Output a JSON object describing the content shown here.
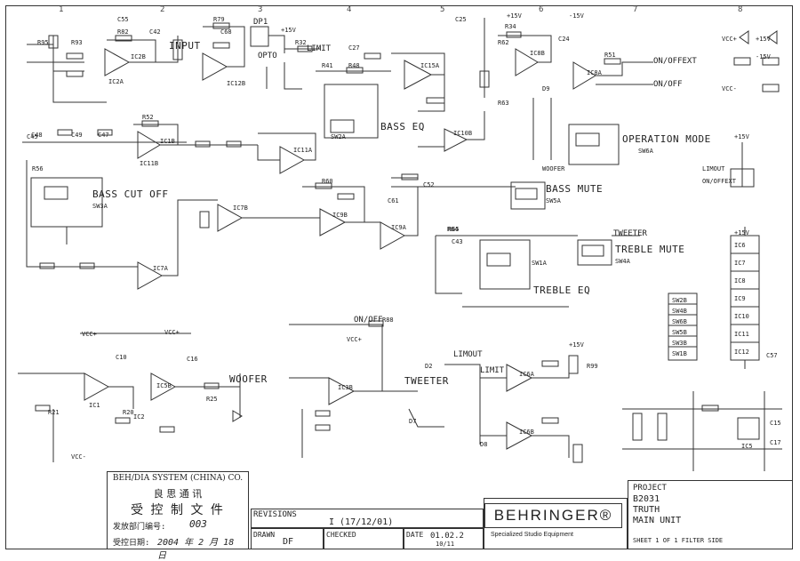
{
  "column_markers": [
    "1",
    "2",
    "3",
    "4",
    "5",
    "6",
    "7",
    "8"
  ],
  "components": {
    "ics": [
      "IC2B",
      "IC2A",
      "IC12B",
      "IC1B",
      "IC11B",
      "IC11A",
      "IC7B",
      "IC9B",
      "IC9A",
      "IC7A",
      "IC15A",
      "IC10B",
      "IC8B",
      "IC8A",
      "IC6A",
      "IC6B",
      "IC3B",
      "IC1",
      "IC5B",
      "IC5",
      "IC2"
    ],
    "labels_top": [
      "INPUT",
      "OPTO",
      "LIMIT",
      "DP1",
      "BASS EQ",
      "SW2A",
      "OPERATION MODE",
      "SW6A",
      "ON/OFFEXT",
      "ON/OFF",
      "WOOFER"
    ],
    "labels_mid": [
      "BASS CUT OFF",
      "SW3A",
      "BASS MUTE",
      "SW5A",
      "TREBLE MUTE",
      "SW4A",
      "TREBLE EQ",
      "SW1A",
      "TWEETER"
    ],
    "labels_low": [
      "WOOFER",
      "TWEETER",
      "LIMIT",
      "LIMOUT",
      "ON/OFF"
    ],
    "switch_bank": [
      "SW2B",
      "SW4B",
      "SW6B",
      "SW5B",
      "SW3B",
      "SW1B"
    ],
    "ic_stack": [
      "IC6",
      "IC7",
      "IC8",
      "IC9",
      "IC10",
      "IC11",
      "IC12"
    ],
    "parts_sample": [
      "R95",
      "R93",
      "C55",
      "R82",
      "C42",
      "R79",
      "C45",
      "R25",
      "C68",
      "R32",
      "C27",
      "R41",
      "R48",
      "C25",
      "R34",
      "C24",
      "R51",
      "R64",
      "C48",
      "C49",
      "C47",
      "R52",
      "R56",
      "R60",
      "R62",
      "C52",
      "C61",
      "R65",
      "R63",
      "C43",
      "R20",
      "R21",
      "C57",
      "C10",
      "C16",
      "R88",
      "R99",
      "C15",
      "C17",
      "D2",
      "D9",
      "D7",
      "D8"
    ],
    "supply": [
      "+15V",
      "-15V",
      "VCC+",
      "VCC-"
    ]
  },
  "side_labels": [
    "VCC+",
    "+15V",
    "-15V",
    "VCC-",
    "+15V",
    "LIMOUT",
    "+15V",
    "ON/OFFEXT"
  ],
  "stamp": {
    "company": "BEH/DIA SYSTEM (CHINA) CO.",
    "line1": "良 思 通 讯",
    "line2": "受 控 制 文 件",
    "doc_no_label": "发放部门编号:",
    "doc_no_value": "003",
    "date_label": "受控日期:",
    "date_value": "2004 年 2 月 18 日"
  },
  "title_block": {
    "revisions_label": "REVISIONS",
    "revision_value": "I (17/12/01)",
    "drawn_label": "DRAWN",
    "drawn_value": "DF",
    "checked_label": "CHECKED",
    "date_label": "DATE",
    "date_value": "01.02.2",
    "date_sub": "10/11",
    "logo": "BEHRINGER®",
    "logo_sub": "Specialized Studio Equipment",
    "project_label": "PROJECT",
    "project_code": "B2031",
    "project_name": "TRUTH",
    "project_unit": "MAIN UNIT",
    "sheet": "SHEET 1 OF 1   FILTER SIDE"
  },
  "colors": {
    "ink": "#222222",
    "paper": "#ffffff"
  }
}
